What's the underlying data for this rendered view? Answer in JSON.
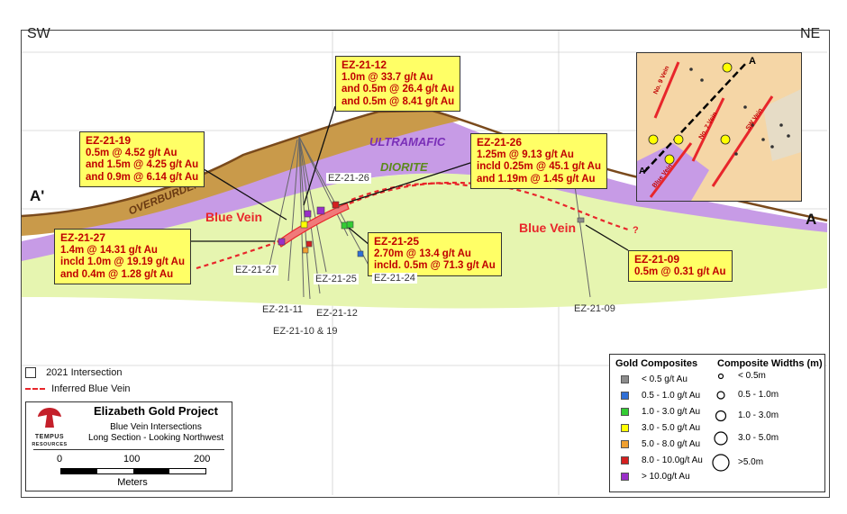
{
  "corners": {
    "left": "SW",
    "right": "NE"
  },
  "section_labels": {
    "left": "A'",
    "right": "A"
  },
  "geology": {
    "overburden": "OVERBURDEN",
    "ultramafic": "ULTRAMAFIC",
    "diorite": "DIORITE"
  },
  "blue_vein_labels": [
    "Blue Vein",
    "Blue Vein"
  ],
  "question_marks": [
    "?",
    "?"
  ],
  "callouts": {
    "ez21_12": {
      "title": "EZ-21-12",
      "lines": [
        "1.0m @ 33.7 g/t Au",
        "and 0.5m @ 26.4 g/t Au",
        "and 0.5m @ 8.41 g/t Au"
      ]
    },
    "ez21_19": {
      "title": "EZ-21-19",
      "lines": [
        "0.5m @ 4.52 g/t Au",
        "and 1.5m @ 4.25 g/t Au",
        "and 0.9m @ 6.14 g/t Au"
      ]
    },
    "ez21_26": {
      "title": "EZ-21-26",
      "lines": [
        "1.25m @ 9.13 g/t Au",
        "incld 0.25m @ 45.1 g/t Au",
        "and 1.19m @ 1.45 g/t Au"
      ]
    },
    "ez21_27": {
      "title": "EZ-21-27",
      "lines": [
        "1.4m @ 14.31 g/t Au",
        "incld 1.0m @ 19.19 g/t Au",
        "and 0.4m @ 1.28 g/t Au"
      ]
    },
    "ez21_25": {
      "title": "EZ-21-25",
      "lines": [
        "2.70m @ 13.4 g/t Au",
        "incld. 0.5m @ 71.3 g/t Au"
      ]
    },
    "ez21_09": {
      "title": "EZ-21-09",
      "lines": [
        "0.5m @ 0.31 g/t Au"
      ]
    }
  },
  "hole_labels": {
    "ez21_26": "EZ-21-26",
    "ez21_27": "EZ-21-27",
    "ez21_25": "EZ-21-25",
    "ez21_24": "EZ-21-24",
    "ez21_11": "EZ-21-11",
    "ez21_12": "EZ-21-12",
    "ez21_10_19": "EZ-21-10 & 19",
    "ez21_09": "EZ-21-09"
  },
  "left_legend": {
    "intersection": "2021 Intersection",
    "inferred": "Inferred Blue Vein"
  },
  "title_block": {
    "logo": "TEMPUS",
    "logo_sub": "RESOURCES",
    "project": "Elizabeth Gold Project",
    "subtitle1": "Blue Vein Intersections",
    "subtitle2": "Long Section - Looking Northwest",
    "scale_labels": [
      "0",
      "100",
      "200"
    ],
    "scale_unit": "Meters"
  },
  "legend": {
    "gold_title": "Gold Composites",
    "width_title": "Composite Widths (m)",
    "gold_items": [
      {
        "label": "< 0.5 g/t Au",
        "color": "#8c8c8c"
      },
      {
        "label": "0.5 - 1.0 g/t Au",
        "color": "#2f6fd6"
      },
      {
        "label": "1.0 - 3.0 g/t Au",
        "color": "#33cc33"
      },
      {
        "label": "3.0 - 5.0 g/t Au",
        "color": "#ffff00"
      },
      {
        "label": "5.0 - 8.0 g/t Au",
        "color": "#f0a030"
      },
      {
        "label": "8.0 - 10.0g/t Au",
        "color": "#d42020"
      },
      {
        "label": "> 10.0g/t Au",
        "color": "#9a2fc9"
      }
    ],
    "width_items": [
      "< 0.5m",
      "0.5 - 1.0m",
      "1.0 - 3.0m",
      "3.0 - 5.0m",
      ">5.0m"
    ]
  },
  "inset": {
    "label_a": "A",
    "label_a_prime": "A'",
    "veins": [
      "No. 9 Vein",
      "No. 7 Vein",
      "SW Vein",
      "Blue Vein"
    ]
  },
  "colors": {
    "overburden": "#c99a4a",
    "ultramafic": "#c79be6",
    "diorite": "#e6f5b0",
    "vein": "#e8262b",
    "callout_bg": "#ffff66",
    "callout_text": "#c00000"
  }
}
